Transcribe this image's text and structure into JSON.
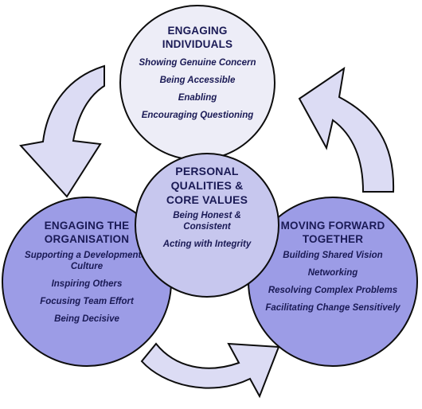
{
  "circles": {
    "top": {
      "title_lines": [
        "ENGAGING",
        "INDIVIDUALS"
      ],
      "items": [
        "Showing Genuine Concern",
        "Being Accessible",
        "Enabling",
        "Encouraging Questioning"
      ]
    },
    "center": {
      "title_lines": [
        "PERSONAL",
        "QUALITIES &",
        "CORE VALUES"
      ],
      "items": [
        "Being Honest & Consistent",
        "Acting with Integrity"
      ]
    },
    "left": {
      "title_lines": [
        "ENGAGING THE",
        "ORGANISATION"
      ],
      "items": [
        "Supporting a Developmental Culture",
        "Inspiring Others",
        "Focusing Team Effort",
        "Being Decisive"
      ]
    },
    "right": {
      "title_lines": [
        "MOVING FORWARD",
        "TOGETHER"
      ],
      "items": [
        "Building Shared Vision",
        "Networking",
        "Resolving Complex Problems",
        "Facilitating Change Sensitively"
      ]
    }
  },
  "colors": {
    "top_fill": "#ededf7",
    "center_fill": "#c7c7ee",
    "outer_fill": "#9c9ce6",
    "arrow_fill": "#dcdcf4",
    "text": "#1a1a55",
    "outline": "#0d0d0d"
  }
}
